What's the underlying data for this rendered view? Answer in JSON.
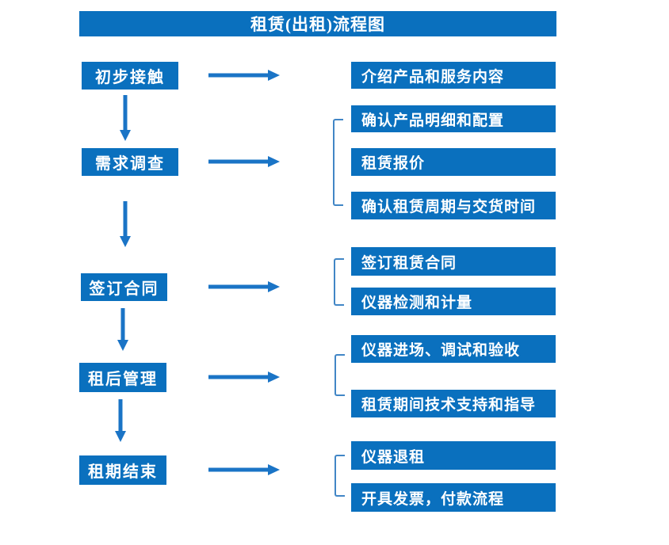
{
  "title": "租赁(出租)流程图",
  "colors": {
    "box": "#0a70be",
    "arrow": "#1a74c6",
    "bracket": "#4186c6",
    "text": "#ffffff",
    "bg": "#ffffff"
  },
  "steps": [
    {
      "label": "初步接触",
      "details": [
        "介绍产品和服务内容"
      ]
    },
    {
      "label": "需求调查",
      "details": [
        "确认产品明细和配置",
        "租赁报价",
        "确认租赁周期与交货时间"
      ]
    },
    {
      "label": "签订合同",
      "details": [
        "签订租赁合同",
        "仪器检测和计量"
      ]
    },
    {
      "label": "租后管理",
      "details": [
        "仪器进场、调试和验收",
        "租赁期间技术支持和指导"
      ]
    },
    {
      "label": "租期结束",
      "details": [
        "仪器退租",
        "开具发票，付款流程"
      ]
    }
  ]
}
